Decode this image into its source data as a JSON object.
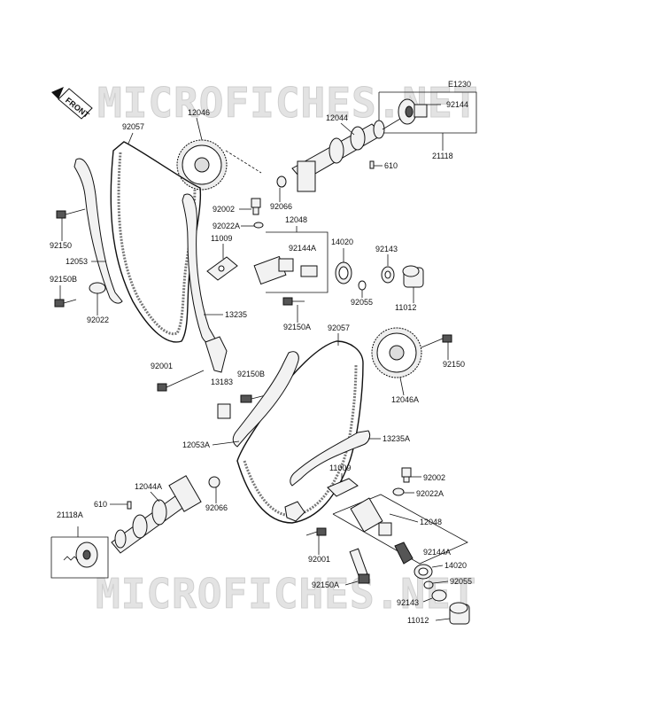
{
  "diagram_code": "E1230",
  "front_label": "FRONT",
  "watermark": "MICROFICHES.NET",
  "labels": {
    "p92144_top": "92144",
    "p12046": "12046",
    "p92057_top": "92057",
    "p12044": "12044",
    "p21118": "21118",
    "p610_top": "610",
    "p92002_top": "92002",
    "p92066_top": "92066",
    "p92022A_top": "92022A",
    "p12048_top": "12048",
    "p92150_left": "92150",
    "p11009_top": "11009",
    "p14020_top": "14020",
    "p92143_top": "92143",
    "p12053": "12053",
    "p92144A_top": "92144A",
    "p92150B_left": "92150B",
    "p92022": "92022",
    "p92055_top": "92055",
    "p11012_top": "11012",
    "p13235": "13235",
    "p92150A_top": "92150A",
    "p92057_mid": "92057",
    "p92150_right": "92150",
    "p92001_top": "92001",
    "p92150B_mid": "92150B",
    "p13183": "13183",
    "p12046A": "12046A",
    "p12053A": "12053A",
    "p13235A": "13235A",
    "p11009_bot": "11009",
    "p92002_bot": "92002",
    "p12044A": "12044A",
    "p92022A_bot": "92022A",
    "p610_bot": "610",
    "p92066_bot": "92066",
    "p12048_bot": "12048",
    "p21118A": "21118A",
    "p92144A_bot": "92144A",
    "p92001_bot": "92001",
    "p14020_bot": "14020",
    "p92150A_bot": "92150A",
    "p92055_bot": "92055",
    "p92143_bot": "92143",
    "p11012_bot": "11012"
  }
}
